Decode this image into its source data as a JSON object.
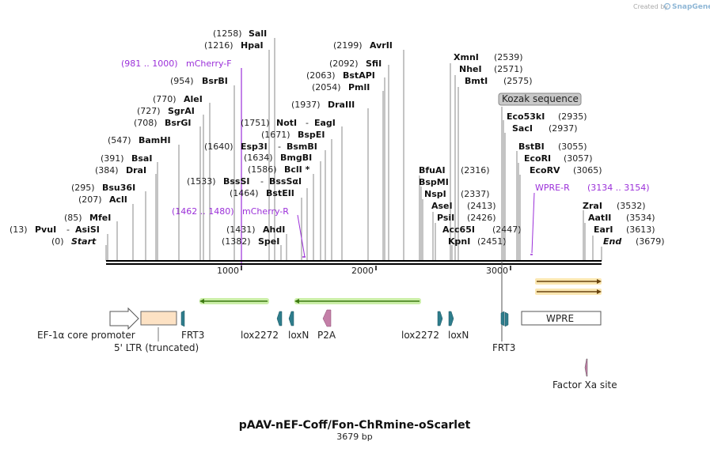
{
  "branding": {
    "prefix": "Created by",
    "product": "SnapGene"
  },
  "title": "pAAV-nEF-Coff/Fon-ChRmine-oScarlet",
  "subtitle": "3679 bp",
  "ruler": {
    "ticks": [
      "1000",
      "2000",
      "3000"
    ]
  },
  "primers": [
    {
      "range": "(981 .. 1000)",
      "name": "mCherry-F"
    },
    {
      "range": "(1462 .. 1480)",
      "name": "mCherry-R"
    },
    {
      "name": "WPRE-R",
      "range": "(3134 .. 3154)"
    }
  ],
  "sites_left": [
    {
      "num": "(1258)",
      "name": "SalI"
    },
    {
      "num": "(1216)",
      "name": "HpaI"
    },
    {
      "num": "(954)",
      "name": "BsrBI"
    },
    {
      "num": "(770)",
      "name": "AleI"
    },
    {
      "num": "(727)",
      "name": "SgrAI"
    },
    {
      "num": "(708)",
      "name": "BsrGI"
    },
    {
      "num": "(547)",
      "name": "BamHI"
    },
    {
      "num": "(391)",
      "name": "BsaI"
    },
    {
      "num": "(384)",
      "name": "DraI"
    },
    {
      "num": "(295)",
      "name": "Bsu36I"
    },
    {
      "num": "(207)",
      "name": "AclI"
    },
    {
      "num": "(85)",
      "name": "MfeI"
    },
    {
      "num": "(0)",
      "name": "Start"
    },
    {
      "num": "(2199)",
      "name": "AvrII"
    },
    {
      "num": "(2092)",
      "name": "SfiI"
    },
    {
      "num": "(2063)",
      "name": "BstAPI"
    },
    {
      "num": "(2054)",
      "name": "PmlI"
    },
    {
      "num": "(1937)",
      "name": "DraIII"
    },
    {
      "num": "(1671)",
      "name": "BspEI"
    },
    {
      "num": "(1634)",
      "name": "BmgBI"
    },
    {
      "num": "(1586)",
      "name": "BclI *"
    },
    {
      "num": "(1464)",
      "name": "BstEII"
    },
    {
      "num": "(1431)",
      "name": "AhdI"
    },
    {
      "num": "(1382)",
      "name": "SpeI"
    }
  ],
  "sites_pair": [
    {
      "num": "(13)",
      "name1": "PvuI",
      "sep": "-",
      "name2": "AsiSI"
    },
    {
      "num": "(1751)",
      "name1": "NotI",
      "sep": "-",
      "name2": "EagI"
    },
    {
      "num": "(1640)",
      "name1": "Esp3I",
      "sep": "-",
      "name2": "BsmBI"
    },
    {
      "num": "(1533)",
      "name1": "BssSI",
      "sep": "-",
      "name2": "BssSαI"
    }
  ],
  "sites_right": [
    {
      "name": "XmnI",
      "num": "(2539)"
    },
    {
      "name": "NheI",
      "num": "(2571)"
    },
    {
      "name": "BmtI",
      "num": "(2575)"
    },
    {
      "name": "Eco53kI",
      "num": "(2935)"
    },
    {
      "name": "SacI",
      "num": "(2937)"
    },
    {
      "name": "BstBI",
      "num": "(3055)"
    },
    {
      "name": "EcoRI",
      "num": "(3057)"
    },
    {
      "name": "EcoRV",
      "num": "(3065)"
    },
    {
      "name": "BfuAI",
      "num": "(2316)"
    },
    {
      "name": "BspMI",
      "num": ""
    },
    {
      "name": "NspI",
      "num": "(2337)"
    },
    {
      "name": "AseI",
      "num": "(2413)"
    },
    {
      "name": "PsiI",
      "num": "(2426)"
    },
    {
      "name": "Acc65I",
      "num": "(2447)"
    },
    {
      "name": "KpnI",
      "num": "(2451)"
    },
    {
      "name": "ZraI",
      "num": "(3532)"
    },
    {
      "name": "AatII",
      "num": "(3534)"
    },
    {
      "name": "EarI",
      "num": "(3613)"
    },
    {
      "name": "End",
      "num": "(3679)"
    }
  ],
  "kozak": "Kozak sequence",
  "features": {
    "ef1a": "EF-1α core promoter",
    "ltr": "5' LTR (truncated)",
    "frt3a": "FRT3",
    "lox2272a": "lox2272",
    "loxna": "loxN",
    "p2a": "P2A",
    "lox2272b": "lox2272",
    "loxnb": "loxN",
    "frt3b": "FRT3",
    "wpre": "WPRE",
    "factorxa": "Factor Xa site"
  },
  "colors": {
    "primer": "#9b30d9",
    "frt": "#2e7d8c",
    "lox": "#2e7d8c",
    "p2a": "#c47fa8",
    "ltr": "#fde2c4",
    "arrow_green": "#4a8a1c",
    "arrow_orange": "#b07a18"
  }
}
